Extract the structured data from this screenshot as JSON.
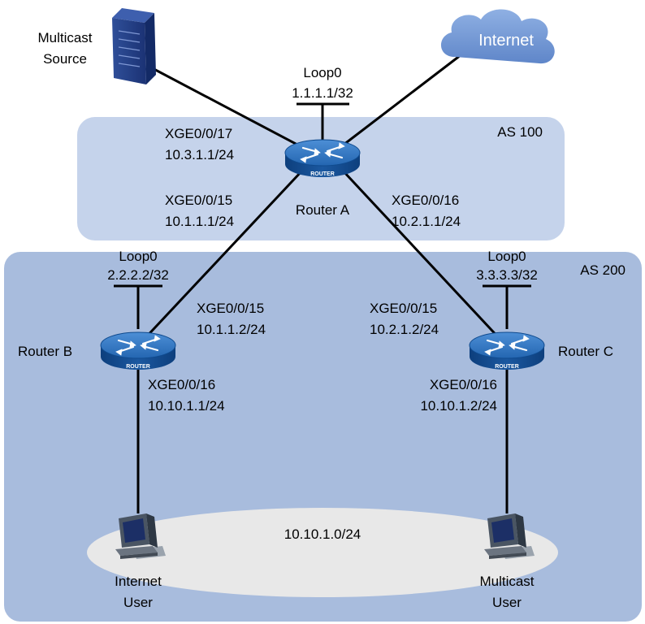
{
  "areas": {
    "as100": "AS 100",
    "as200": "AS 200",
    "lan_subnet": "10.10.1.0/24"
  },
  "cloud": {
    "label": "Internet",
    "icon": "cloud-icon",
    "color": "#7b9dd6"
  },
  "source": {
    "line1": "Multicast",
    "line2": "Source",
    "icon": "server-icon"
  },
  "router_a": {
    "name": "Router A",
    "badge": "ROUTER",
    "loop_name": "Loop0",
    "loop_ip": "1.1.1.1/32",
    "if_src": "XGE0/0/17",
    "if_src_ip": "10.3.1.1/24",
    "if_b": "XGE0/0/15",
    "if_b_ip": "10.1.1.1/24",
    "if_c": "XGE0/0/16",
    "if_c_ip": "10.2.1.1/24"
  },
  "router_b": {
    "name": "Router B",
    "badge": "ROUTER",
    "loop_name": "Loop0",
    "loop_ip": "2.2.2.2/32",
    "if_a": "XGE0/0/15",
    "if_a_ip": "10.1.1.2/24",
    "if_lan": "XGE0/0/16",
    "if_lan_ip": "10.10.1.1/24"
  },
  "router_c": {
    "name": "Router C",
    "badge": "ROUTER",
    "loop_name": "Loop0",
    "loop_ip": "3.3.3.3/32",
    "if_a": "XGE0/0/15",
    "if_a_ip": "10.2.1.2/24",
    "if_lan": "XGE0/0/16",
    "if_lan_ip": "10.10.1.2/24"
  },
  "host_left": {
    "line1": "Internet",
    "line2": "User",
    "icon": "computer-icon"
  },
  "host_right": {
    "line1": "Multicast",
    "line2": "User",
    "icon": "computer-icon"
  },
  "colors": {
    "as100_fill": "#c5d3eb",
    "as200_fill": "#a8bcdd",
    "lan_fill": "#e8e8e8",
    "router_blue": "#1f5fa6"
  }
}
